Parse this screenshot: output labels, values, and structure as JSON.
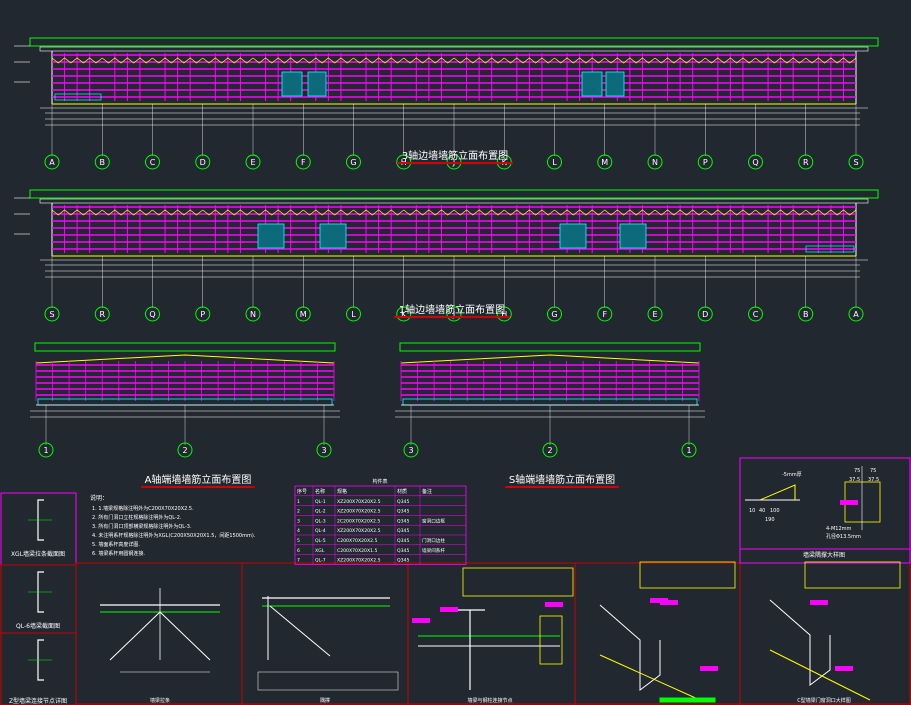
{
  "titles": {
    "elev_top": "3轴边墙墙筋立面布置图",
    "elev_mid": "1轴边墙墙筋立面布置图",
    "elev_a": "A轴端墙墙筋立面布置图",
    "elev_s": "S轴端墙墙筋立面布置图"
  },
  "axes": {
    "top": [
      "A",
      "B",
      "C",
      "D",
      "E",
      "F",
      "G",
      "H",
      "J",
      "K",
      "L",
      "M",
      "N",
      "P",
      "Q",
      "R",
      "S"
    ],
    "mid": [
      "S",
      "R",
      "Q",
      "P",
      "N",
      "M",
      "L",
      "K",
      "J",
      "H",
      "G",
      "F",
      "E",
      "D",
      "C",
      "B",
      "A"
    ],
    "end_a": [
      "1",
      "2",
      "3"
    ],
    "end_s": [
      "3",
      "2",
      "1"
    ]
  },
  "notes": {
    "heading": "说明：",
    "lines": [
      "1. 1.墙梁规格除注明外为C200X70X20X2.5.",
      "2. 所有门洞口立柱规格除注明外为QL-2.",
      "3. 所有门洞口顶部横梁规格除注明外为QL-3.",
      "4. 未注明系杆规格除注明外为XGL(C200X50X20X1.5，间距1500mm).",
      "5. 墙面系杆高度详图.",
      "6. 墙梁系杆用圆钢连接."
    ]
  },
  "material_table": {
    "title": "构件表",
    "headers": [
      "序号",
      "名称",
      "规格",
      "材质",
      "备注"
    ],
    "rows": [
      [
        "1",
        "QL-1",
        "XZ200X70X20X2.5",
        "Q345",
        ""
      ],
      [
        "2",
        "QL-2",
        "XZ200X70X20X2.5",
        "Q345",
        ""
      ],
      [
        "3",
        "QL-3",
        "2C200X70X20X2.5",
        "Q345",
        "窗洞口边框"
      ],
      [
        "4",
        "QL-4",
        "XZ200X70X20X2.5",
        "Q345",
        ""
      ],
      [
        "5",
        "QL-5",
        "C200X70X20X2.5",
        "Q345",
        "门洞口边柱"
      ],
      [
        "6",
        "XGL",
        "C200X70X20X1.5",
        "Q345",
        "墙梁间系杆"
      ],
      [
        "7",
        "QL-7",
        "XZ200X70X20X2.5",
        "Q345",
        ""
      ]
    ]
  },
  "detail_labels": {
    "xgl": "XGL墙梁拉条截面图",
    "ql6": "QL-6墙梁截面图",
    "z_conn": "Z型墙梁连接节点详图",
    "corner": "墙梁隅撑大样图",
    "bracing": "墙梁拉条",
    "wind": "隅撑",
    "beam_column": "墙梁与钢柱连接节点",
    "c_opening": "C型墙梁门窗洞口大样图"
  },
  "dims": {
    "bolt": "4-M12mm",
    "hole": "孔径Φ13.5mm",
    "plate": "-5mm厚",
    "d190": "190",
    "d10": "10",
    "d40": "40",
    "d100": "100",
    "d75a": "75",
    "d75b": "75",
    "d37a": "37.5",
    "d37b": "37.5"
  },
  "colors": {
    "bg": "#212830",
    "magenta": "#ff00ff",
    "yellow": "#ffff00",
    "green": "#00ff00",
    "red": "#cc0000",
    "cyan": "#00ffff",
    "white": "#ffffff"
  }
}
